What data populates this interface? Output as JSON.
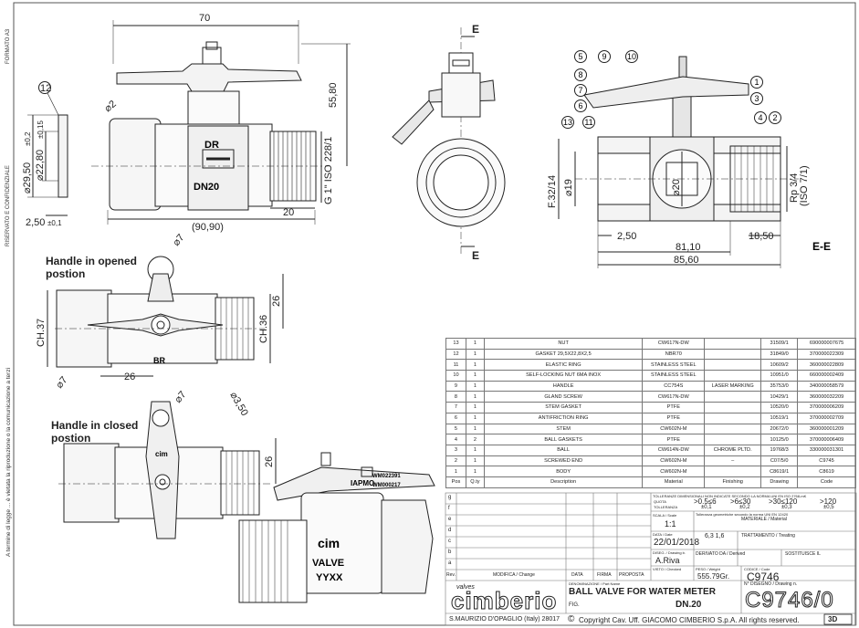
{
  "side_texts": {
    "format": "FORMATO A3",
    "confidential": "RISERVATO E CONFIDENZIALE",
    "legal": "A termine di legge ... è vietata la riproduzione o la comunicazione a terzi"
  },
  "views": {
    "front": {
      "dims": {
        "width_top": "70",
        "height_right": "55,80",
        "thread": "G 1\" ISO 228/1",
        "overall": "(90,90)",
        "thread_len": "20",
        "hole": "⌀2",
        "left_dia1": "⌀29,50",
        "left_dia1_tol": "±0,2",
        "left_dia2": "⌀22,80",
        "left_dia2_tol": "±0,15",
        "gasket_thk": "2,50",
        "gasket_thk_tol": "±0,1",
        "item12": "12"
      },
      "marks": {
        "dr": "DR",
        "dn": "DN20"
      }
    },
    "side_e": {
      "sec_top": "E",
      "sec_bottom": "E"
    },
    "section": {
      "items": [
        "5",
        "9",
        "10",
        "8",
        "7",
        "6",
        "1",
        "3",
        "4",
        "2",
        "13",
        "11"
      ],
      "dims": {
        "f32": "F.32/14",
        "d19": "⌀19",
        "d20": "⌀20",
        "rp": "Rp 3/4",
        "rp_iso": "(ISO 7/1)",
        "d250": "2,50",
        "d1850": "18,50",
        "d8110": "81,10",
        "d8560": "85,60"
      },
      "title": "E-E"
    },
    "open": {
      "caption1": "Handle in opened",
      "caption2": "postion",
      "ch37": "CH.37",
      "ch36": "CH.36",
      "d26a": "26",
      "d26b": "26",
      "d7a": "⌀7",
      "d7b": "⌀7",
      "d350": "⌀3,50",
      "mark": "BR"
    },
    "closed": {
      "caption1": "Handle in closed",
      "caption2": "postion",
      "d26": "26",
      "d7": "⌀7",
      "mark": "cim"
    },
    "iso": {
      "wm1": "WM022391",
      "wm2": "WM000217",
      "iapmo": "IAPMO",
      "cim": "cim",
      "valve": "VALVE",
      "yyxx": "YYXX"
    }
  },
  "bom": {
    "headers": [
      "Pos",
      "Q.ty",
      "Description",
      "Material",
      "Finishing",
      "Drawing",
      "Code"
    ],
    "rows": [
      [
        "13",
        "1",
        "NUT",
        "CW617N-DW",
        "",
        "31509/1",
        "690000007675"
      ],
      [
        "12",
        "1",
        "GASKET 29,5X22,8X2,5",
        "NBR70",
        "",
        "31849/0",
        "370000022309"
      ],
      [
        "11",
        "1",
        "ELASTIC RING",
        "STAINLESS STEEL",
        "",
        "10609/2",
        "360000022809"
      ],
      [
        "10",
        "1",
        "SELF-LOCKING NUT 6MA INOX",
        "STAINLESS STEEL",
        "",
        "10951/0",
        "660000002409"
      ],
      [
        "9",
        "1",
        "HANDLE",
        "CC754S",
        "LASER MARKING",
        "35753/0",
        "340000058579"
      ],
      [
        "8",
        "1",
        "GLAND SCREW",
        "CW617N-DW",
        "",
        "10429/1",
        "360000032209"
      ],
      [
        "7",
        "1",
        "STEM GASKET",
        "PTFE",
        "",
        "10520/0",
        "370000006209"
      ],
      [
        "6",
        "1",
        "ANTIFRICTION RING",
        "PTFE",
        "",
        "10519/1",
        "370000002709"
      ],
      [
        "5",
        "1",
        "STEM",
        "CW602N-M",
        "",
        "20672/0",
        "360000001209"
      ],
      [
        "4",
        "2",
        "BALL GASKETS",
        "PTFE",
        "",
        "10125/0",
        "370000006409"
      ],
      [
        "3",
        "1",
        "BALL",
        "CW614N-DW",
        "CHROME PLTD.",
        "19768/3",
        "330000031301"
      ],
      [
        "2",
        "1",
        "SCREWED END",
        "CW602N-M",
        "–",
        "C07/5/0",
        "C9745"
      ],
      [
        "1",
        "1",
        "BODY",
        "CW602N-M",
        "",
        "C8619/1",
        "C8619"
      ]
    ]
  },
  "title_block": {
    "rev_letters": [
      "g",
      "f",
      "e",
      "d",
      "c",
      "b",
      "a"
    ],
    "rev_headers": [
      "Rev.",
      "MODIFICA / Change",
      "DATA",
      "FIRMA",
      "PROPOSTA"
    ],
    "tol_title": "TOLLERANZE DIMENSIONALI NON INDICATE SECONDO LA NORMA UNI EN ISO 2768-mK",
    "tol_row1_label": "QUOTA",
    "tol_row2_label": "TOLLERANZA",
    "tol_values": [
      ">0.5≤6",
      ">6≤30",
      ">30≤120",
      ">120"
    ],
    "tol_tols": [
      "±0,1",
      "±0,2",
      "±0,3",
      "±0,5"
    ],
    "rough_note": "Tolleranza geometriche secondo la norma UNI EN 12420",
    "scale_label": "SCALA / Scale",
    "scale": "1:1",
    "material_label": "MATERIALE / Material",
    "date_label": "DATA / Date",
    "date": "22/01/2018",
    "roughness": "6,3  1,6",
    "treatment_label": "TRATTAMENTO / Treating",
    "drawn_label": "DISEG. / Drawing b.",
    "drawn_by": "A.Riva",
    "derived_label": "DERIVATO DA / Derived",
    "replace_label": "SOSTITUISCE IL",
    "viewed_label": "VISTO / Checked",
    "weight_label": "PESO / Weight",
    "weight": "555.79Gr.",
    "code_label": "CODICE / Code",
    "code": "C9746",
    "part_label": "DENOMINAZIONE / Part Name",
    "part_name": "BALL VALVE FOR WATER METER",
    "fig_label": "FIG.",
    "dn": "DN.20",
    "drawing_no_label": "N° DISEGNO / Drawing n.",
    "drawing_no": "C9746/0",
    "brand_small": "valves",
    "brand": "cimberio",
    "address": "S.MAURIZIO D'OPAGLIO (Italy) 28017",
    "copyright": "Copyright Cav. Uff. GIACOMO CIMBERIO S.p.A. All rights reserved.",
    "badge": "3D"
  }
}
